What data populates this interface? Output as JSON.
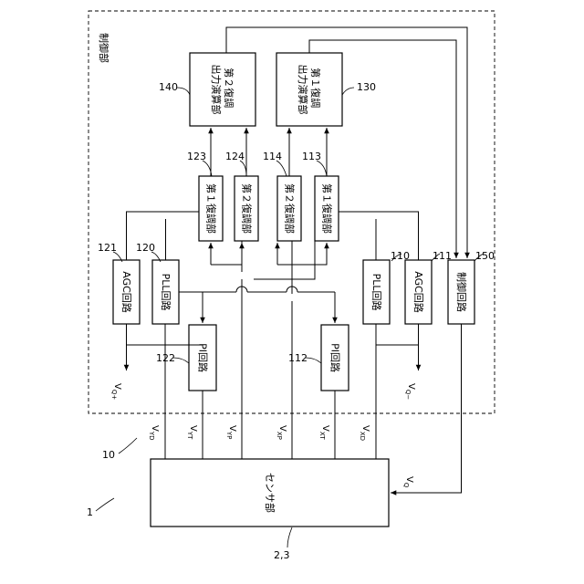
{
  "figure_ref": "1",
  "control_unit": {
    "label": "制御部",
    "ref": "10"
  },
  "sensor": {
    "label": "センサ部",
    "ref": "2,3"
  },
  "blocks": {
    "b140": {
      "label": "第２復調\n出力演算部",
      "ref": "140"
    },
    "b130": {
      "label": "第１復調\n出力演算部",
      "ref": "130"
    },
    "b123": {
      "label": "第１復調部",
      "ref": "123"
    },
    "b124": {
      "label": "第２復調部",
      "ref": "124"
    },
    "b114": {
      "label": "第２復調部",
      "ref": "114"
    },
    "b113": {
      "label": "第１復調部",
      "ref": "113"
    },
    "b121": {
      "label": "AGC回路",
      "ref": "121"
    },
    "b120": {
      "label": "PLL回路",
      "ref": "120"
    },
    "b110": {
      "label": "PLL回路",
      "ref": "110"
    },
    "b111": {
      "label": "AGC回路",
      "ref": "111"
    },
    "b150": {
      "label": "制御回路",
      "ref": "150"
    },
    "b122": {
      "label": "PI回路",
      "ref": "122"
    },
    "b112": {
      "label": "PI回路",
      "ref": "112"
    }
  },
  "signals": {
    "yd": {
      "main": "V",
      "sub": "YD"
    },
    "yt": {
      "main": "V",
      "sub": "YT"
    },
    "yp": {
      "main": "V",
      "sub": "YP"
    },
    "xp": {
      "main": "V",
      "sub": "XP"
    },
    "xt": {
      "main": "V",
      "sub": "XT"
    },
    "xd": {
      "main": "V",
      "sub": "XD"
    },
    "q": {
      "main": "V",
      "sub": "Q"
    },
    "qplus": {
      "main": "V",
      "sub": "Q+"
    },
    "qminus": {
      "main": "V",
      "sub": "Q−"
    }
  }
}
